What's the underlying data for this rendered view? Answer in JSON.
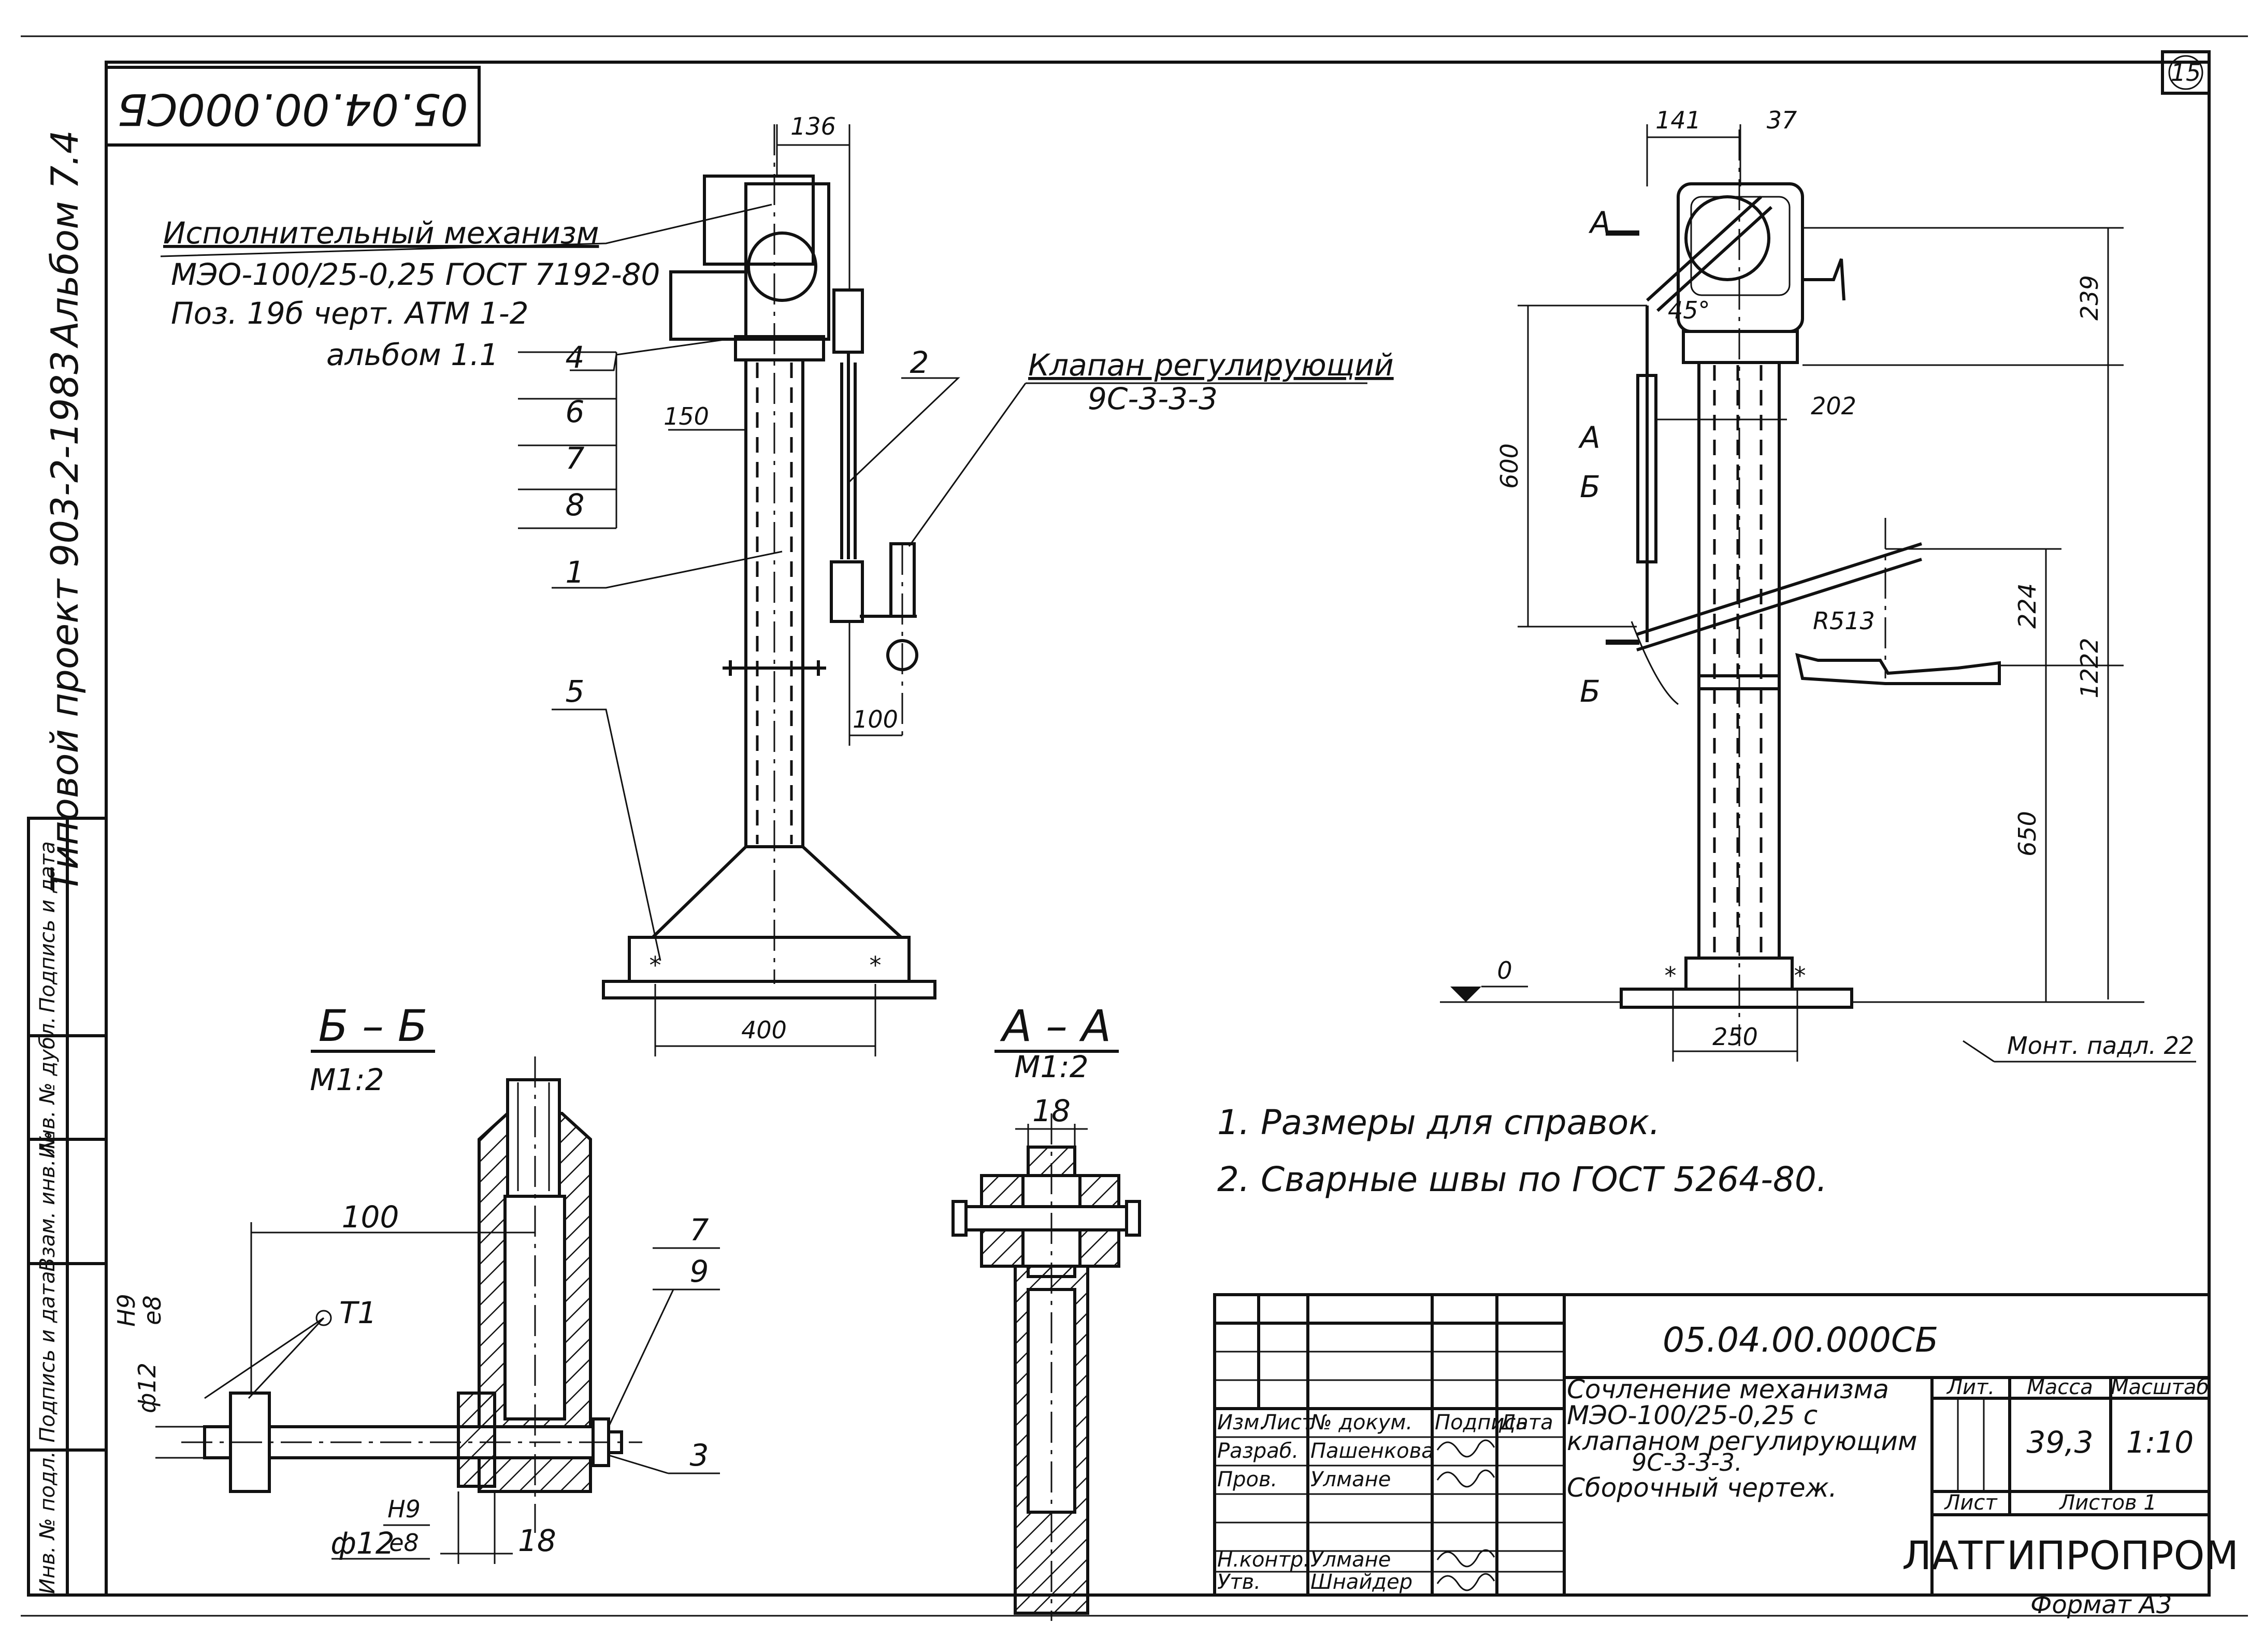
{
  "sheet_number": "15",
  "doc_code": "05.04.00.000СБ",
  "doc_code_inverted": "05.04.00.000СБ",
  "margin": {
    "album": "Альбом 7.4",
    "project": "Типовой проект 903-2-1983",
    "stamp_cols": [
      "Подпись и дата",
      "Инв. № дубл.",
      "Взам. инв. №",
      "Подпись и дата",
      "Инв. № подл."
    ]
  },
  "actuator": {
    "line1": "Исполнительный механизм",
    "line2": "МЭО-100/25-0,25  ГОСТ 7192-80",
    "line3": "Поз. 19б  черт. АТМ 1-2",
    "line4": "альбом 1.1"
  },
  "valve": {
    "line1": "Клапан регулирующий",
    "line2": "9С-3-3-3"
  },
  "positions": [
    "4",
    "6",
    "7",
    "8",
    "2",
    "1",
    "5",
    "7",
    "9",
    "3"
  ],
  "dims": {
    "d136": "136",
    "d150": "150",
    "d100": "100",
    "d400": "400",
    "d141": "141",
    "d37": "37",
    "d239": "239",
    "d202": "202",
    "d600": "600",
    "r513": "R513",
    "d224": "224",
    "d1222": "1222",
    "d650": "650",
    "d250": "250",
    "d45": "45°",
    "zero": "0",
    "mount": "Монт. падл. 22",
    "bb_100": "100",
    "bb_18": "18",
    "aa_18": "18"
  },
  "cut_labels": {
    "a_top": "А",
    "a_mid": "А",
    "b_mid": "Б",
    "b_bot": "Б"
  },
  "sections": {
    "bb_title": "Б – Б",
    "bb_scale": "М1:2",
    "aa_title": "А – А",
    "aa_scale": "М1:2",
    "fit_top_h": "Н9",
    "fit_top_e": "е8",
    "fit_top_d": "ф12",
    "fit_bot_h": "Н9",
    "fit_bot_d": "ф12",
    "fit_bot_e": "е8",
    "t1": "Т1"
  },
  "notes": [
    "1. Размеры   для   справок.",
    "2. Сварные   швы   по ГОСТ 5264-80."
  ],
  "title_block": {
    "code": "05.04.00.000СБ",
    "name1": "Сочленение механизма",
    "name2": "МЭО-100/25-0,25   с",
    "name3": "клапаном регулирующим",
    "name4": "9С-3-3-3.",
    "name5": "Сборочный  чертеж.",
    "hdr_izm": "Изм.",
    "hdr_list": "Лист",
    "hdr_ndoc": "№ докум.",
    "hdr_podp": "Подпись",
    "hdr_data": "Дата",
    "razrab_role": "Разраб.",
    "razrab_name": "Пашенкова",
    "prov_role": "Пров.",
    "prov_name": "Улмане",
    "nkontr_role": "Н.контр.",
    "nkontr_name": "Улмане",
    "utv_role": "Утв.",
    "utv_name": "Шнайдер",
    "lit": "Лит.",
    "massa": "Масса",
    "masshtab": "Масштаб",
    "massa_val": "39,3",
    "masshtab_val": "1:10",
    "list": "Лист",
    "listov": "Листов 1",
    "org": "ЛАТГИПРОПРОМ",
    "format": "Формат А3"
  }
}
